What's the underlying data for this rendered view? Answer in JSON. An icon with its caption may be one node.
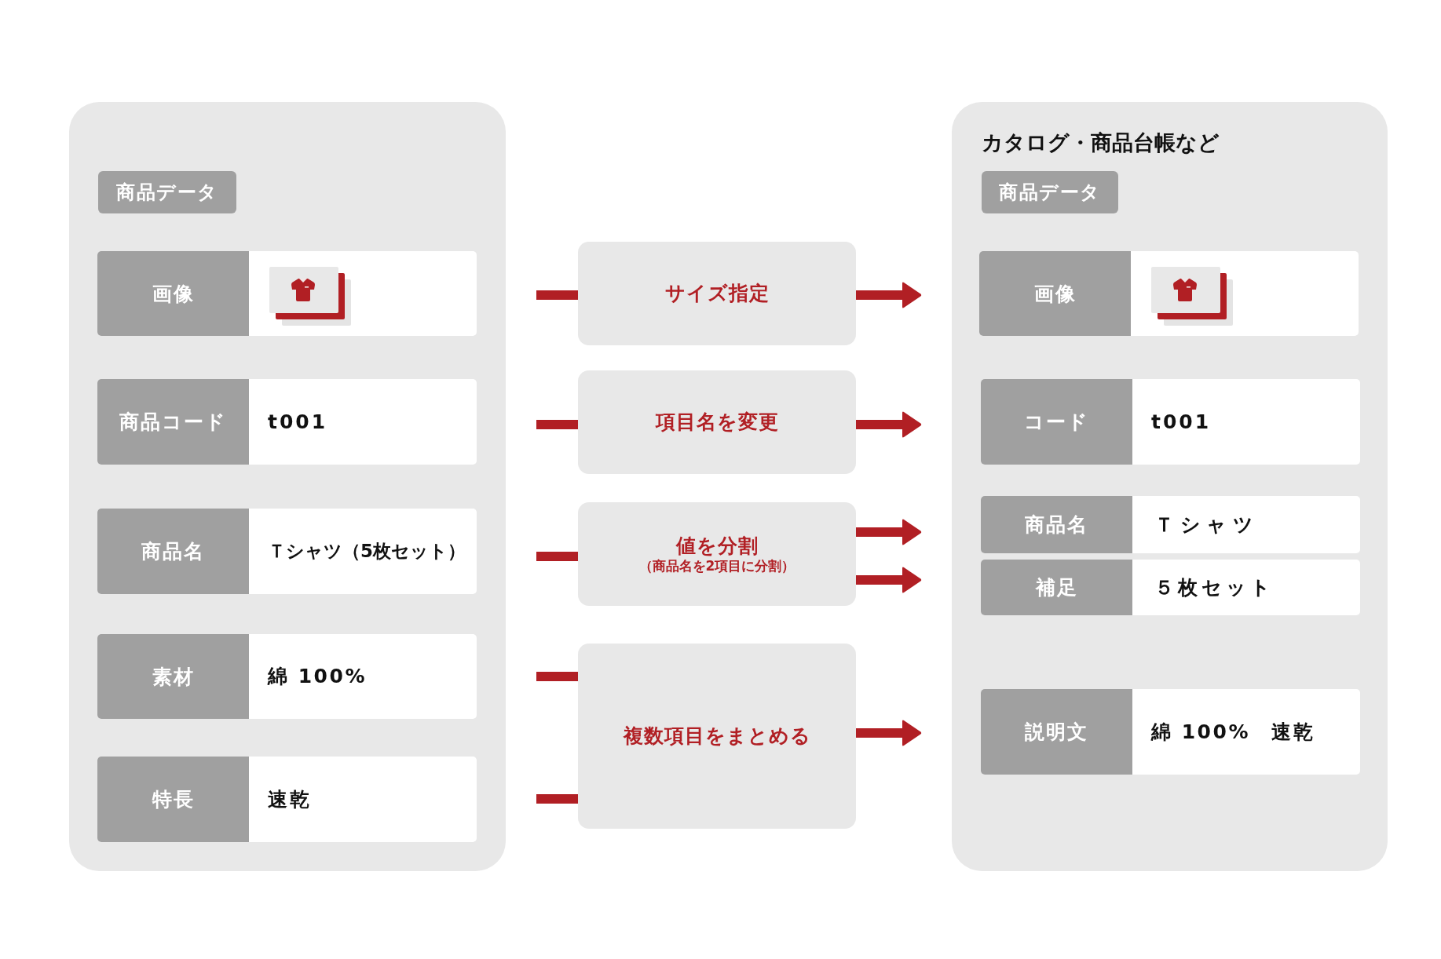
{
  "diagram": {
    "nodes": [
      {
        "text": [],
        "shape": "box"
      },
      {
        "text": [
          "商品データ"
        ],
        "in": 0
      },
      {
        "text": [
          "画像"
        ],
        "in": 0
      },
      {
        "text": [
          "商品コード",
          "t001"
        ],
        "in": 0
      },
      {
        "text": [
          "商品名",
          "Ｔシャツ（5枚セット）"
        ],
        "in": 0
      },
      {
        "text": [
          "素材",
          "綿 100%"
        ],
        "in": 0
      },
      {
        "text": [
          "特長",
          "速乾"
        ],
        "in": 0
      },
      {
        "text": [
          "サイズ指定"
        ]
      },
      {
        "text": [
          "項目名を変更"
        ]
      },
      {
        "text": [
          "値を分割",
          "（商品名を2項目に分割）"
        ]
      },
      {
        "text": [
          "複数項目をまとめる"
        ]
      },
      {
        "text": [
          "カタログ・商品台帳など"
        ]
      },
      {
        "text": [
          "商品データ"
        ],
        "in": 11
      },
      {
        "text": [
          "画像"
        ],
        "in": 11
      },
      {
        "text": [
          "コード",
          "t001"
        ],
        "in": 11
      },
      {
        "text": [
          "商品名",
          "Ｔシャツ"
        ],
        "in": 11
      },
      {
        "text": [
          "補足",
          "５枚セット"
        ],
        "in": 11
      },
      {
        "text": [
          "説明文",
          "綿 100%　速乾"
        ],
        "in": 11
      }
    ],
    "edges": [
      {
        "from": null,
        "to": 7,
        "arrow": "none"
      },
      {
        "from": 7,
        "to": null,
        "arrow": "to"
      },
      {
        "from": null,
        "to": 8,
        "arrow": "none"
      },
      {
        "from": 8,
        "to": null,
        "arrow": "to"
      },
      {
        "from": null,
        "to": 9,
        "arrow": "none"
      },
      {
        "from": 9,
        "to": null,
        "arrow": "to"
      },
      {
        "from": 9,
        "to": null,
        "arrow": "to"
      },
      {
        "from": null,
        "to": 10,
        "arrow": "none"
      },
      {
        "from": null,
        "to": 10,
        "arrow": "none"
      },
      {
        "from": 10,
        "to": null,
        "arrow": "to"
      }
    ]
  }
}
